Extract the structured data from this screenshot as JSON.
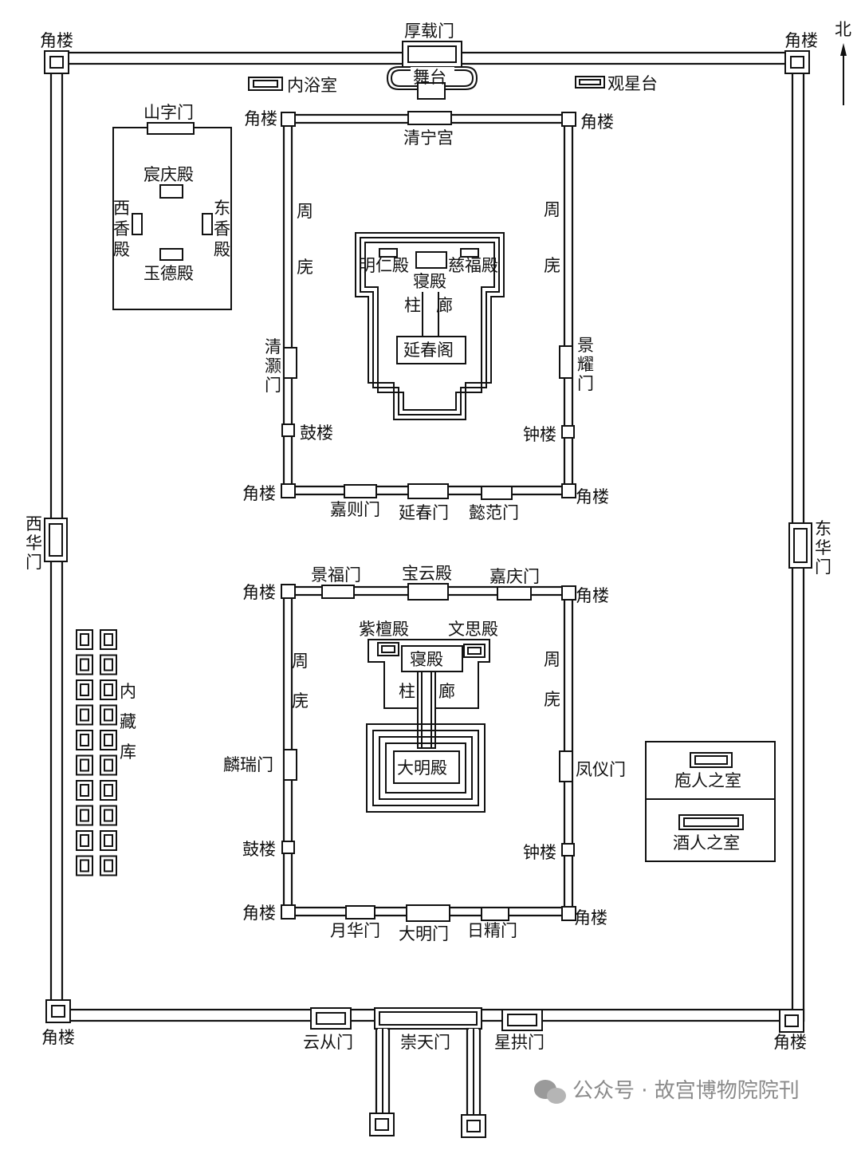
{
  "north": "北",
  "outer": {
    "north_gate": "厚载门",
    "stage": "舞台",
    "bath": "内浴室",
    "observatory": "观星台",
    "west_gate": "西华门",
    "east_gate": "东华门",
    "south_gate": "崇天门",
    "south_left_gate": "云从门",
    "south_right_gate": "星拱门",
    "corner_tower": "角楼"
  },
  "xingqing": {
    "gate": "山字门",
    "hall_north": "宸庆殿",
    "hall_west": "西香殿",
    "hall_east": "东香殿",
    "hall_south": "玉德殿"
  },
  "yanchun": {
    "north_palace": "清宁宫",
    "corridor": "周庑",
    "corner": "角楼",
    "hall_left": "明仁殿",
    "hall_right": "慈福殿",
    "sleeping_hall": "寝殿",
    "pillar_corridor": "柱廊",
    "main_pavilion": "延春阁",
    "west_gate": "清灏门",
    "east_gate": "景耀门",
    "drum_tower": "鼓楼",
    "bell_tower": "钟楼",
    "south_left": "嘉则门",
    "south_mid": "延春门",
    "south_right": "懿范门"
  },
  "daming": {
    "north_left": "景福门",
    "north_mid": "宝云殿",
    "north_right": "嘉庆门",
    "hall_left": "紫檀殿",
    "hall_right": "文思殿",
    "sleeping_hall": "寝殿",
    "pillar_corridor": "柱廊",
    "main_hall": "大明殿",
    "corridor": "周庑",
    "west_gate": "麟瑞门",
    "east_gate": "凤仪门",
    "drum_tower": "鼓楼",
    "bell_tower": "钟楼",
    "corner": "角楼",
    "south_left": "月华门",
    "south_mid": "大明门",
    "south_right": "日精门"
  },
  "storehouse": "内藏库",
  "east_rooms": {
    "top": "庖人之室",
    "bottom": "酒人之室"
  },
  "watermark": "公众号 · 故宫博物院院刊"
}
